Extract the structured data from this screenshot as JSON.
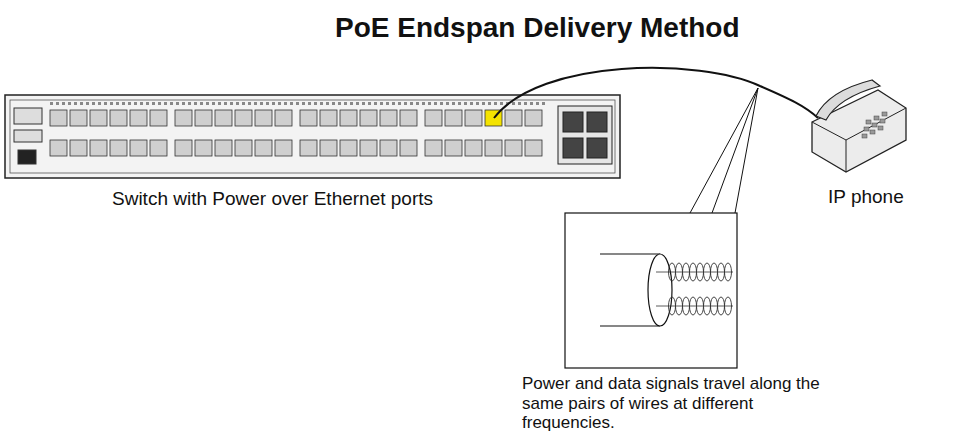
{
  "diagram": {
    "title": "PoE Endspan Delivery Method",
    "labels": [
      "Switch with Power over Ethernet ports",
      "IP phone",
      "Power and data signals travel along the same pairs of wires at different frequencies."
    ]
  }
}
